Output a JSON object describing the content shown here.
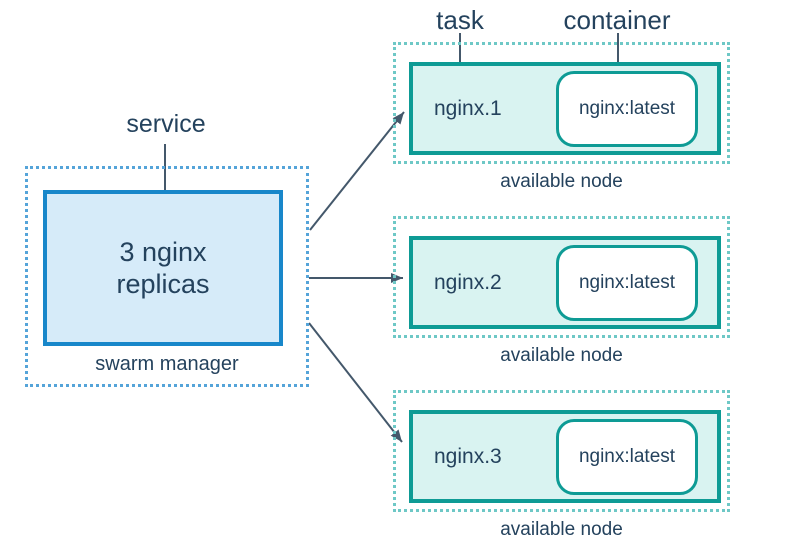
{
  "labels": {
    "service": "service",
    "task": "task",
    "container": "container"
  },
  "manager": {
    "service_text": "3 nginx\nreplicas",
    "caption": "swarm manager"
  },
  "nodes": [
    {
      "task": "nginx.1",
      "container": "nginx:latest",
      "caption": "available node"
    },
    {
      "task": "nginx.2",
      "container": "nginx:latest",
      "caption": "available node"
    },
    {
      "task": "nginx.3",
      "container": "nginx:latest",
      "caption": "available node"
    }
  ],
  "colors": {
    "manager_border": "#1887ca",
    "manager_fill": "#d6ebf9",
    "manager_dotted": "#55a4d9",
    "node_border": "#0e9b95",
    "node_fill": "#d9f3f1",
    "node_dotted": "#6ec8c6",
    "text": "#24425d",
    "connector": "#44586b"
  }
}
